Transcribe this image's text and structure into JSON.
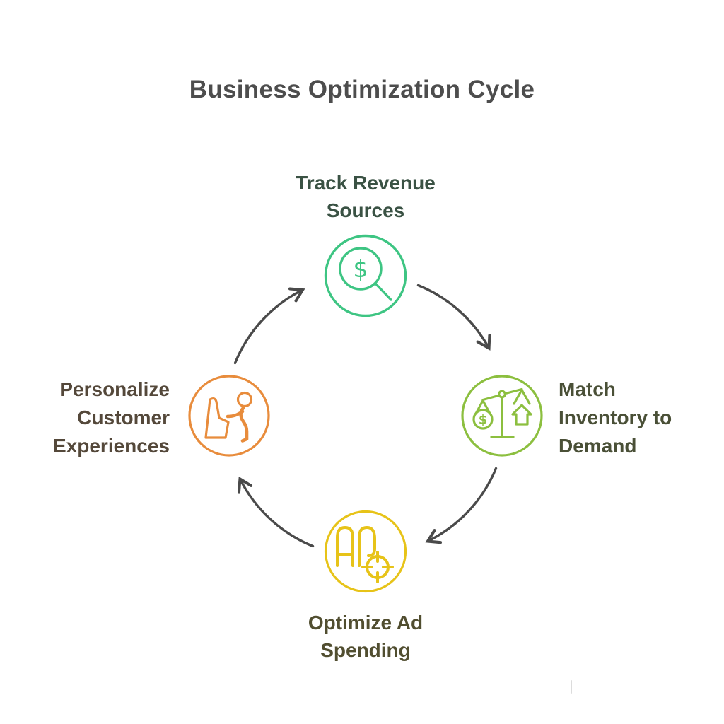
{
  "title": "Business Optimization Cycle",
  "colors": {
    "title_text": "#4d4d4d",
    "arrow": "#4a4a4a",
    "background": "#ffffff"
  },
  "nodes": [
    {
      "name": "track-revenue-sources",
      "label": "Track Revenue\nSources",
      "accent": "#3ec583",
      "label_color": "#3a5244",
      "icon": "dollar-magnifier-icon",
      "icon_text": "$"
    },
    {
      "name": "match-inventory-to-demand",
      "label": "Match\nInventory to\nDemand",
      "accent": "#8cbf3f",
      "label_color": "#4a5037",
      "icon": "balance-scale-icon",
      "icon_text": "$"
    },
    {
      "name": "optimize-ad-spending",
      "label": "Optimize Ad\nSpending",
      "accent": "#e7c318",
      "label_color": "#514e30",
      "icon": "ad-target-icon",
      "icon_text": "AD"
    },
    {
      "name": "personalize-customer-experiences",
      "label": "Personalize\nCustomer\nExperiences",
      "accent": "#e88c3c",
      "label_color": "#54483a",
      "icon": "person-at-kiosk-icon"
    }
  ],
  "arrows": [
    {
      "name": "arrow-top-to-right",
      "from": "track-revenue-sources",
      "to": "match-inventory-to-demand"
    },
    {
      "name": "arrow-right-to-bottom",
      "from": "match-inventory-to-demand",
      "to": "optimize-ad-spending"
    },
    {
      "name": "arrow-bottom-to-left",
      "from": "optimize-ad-spending",
      "to": "personalize-customer-experiences"
    },
    {
      "name": "arrow-left-to-top",
      "from": "personalize-customer-experiences",
      "to": "track-revenue-sources"
    }
  ]
}
